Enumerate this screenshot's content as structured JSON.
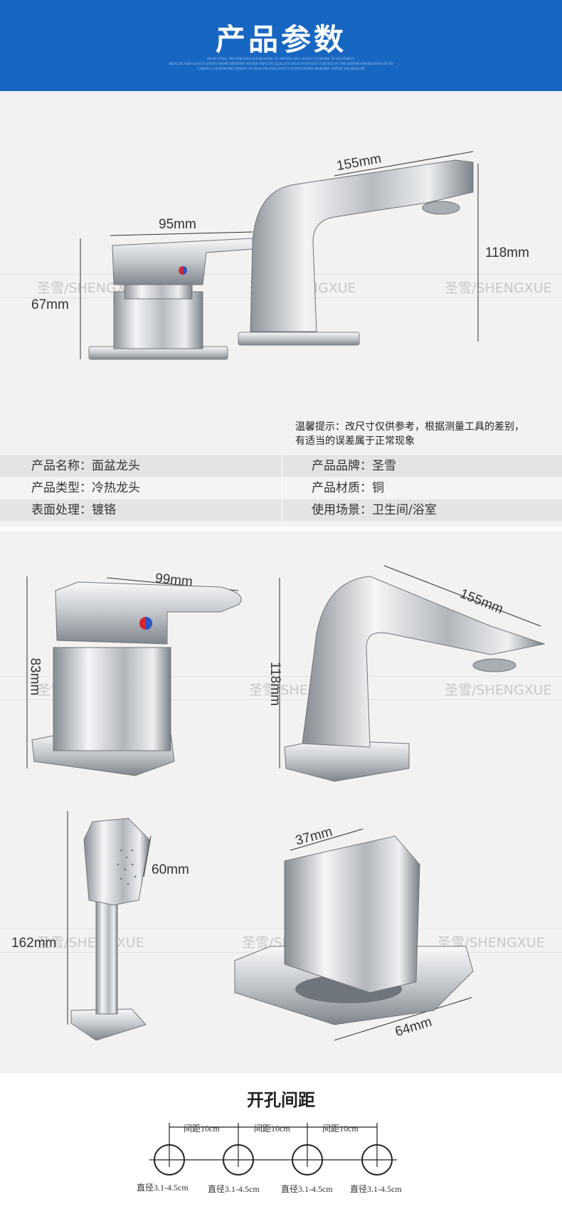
{
  "header": {
    "title": "产品参数",
    "subtitle_lines": [
      "HIGH STEEL TAP AND FAUCET BRANDS TO WATER USE CARING TO HOME TO BE FAMILY",
      "HEALTH AND SAFETY ENJOY HOME MODERN WATER TAP LIFE QUALITY HIGH WITH BEST CHOICE IN THE BATHROOM BRANDS OF SH",
      "CARING YOUR HOME FAMILY TO HEALTH AND SAFETY ENJOY HOME MODERN WATER TAP HEALTH"
    ]
  },
  "watermark": {
    "text": "圣雪/SHENGXUE"
  },
  "section1": {
    "dims": {
      "spout_length": "155mm",
      "spout_height": "118mm",
      "handle_length": "95mm",
      "handle_height": "67mm"
    },
    "note_lines": [
      "温馨提示：改尺寸仅供参考，根据测量工具的差别，",
      "有适当的误差属于正常现象"
    ]
  },
  "specs": [
    {
      "left": "产品名称：面盆龙头",
      "right": "产品品牌：圣雪"
    },
    {
      "left": "产品类型：冷热龙头",
      "right": "产品材质：铜"
    },
    {
      "left": "表面处理：镀铬",
      "right": "使用场景：卫生间/浴室"
    }
  ],
  "section2": {
    "dims": {
      "handle_length": "99mm",
      "handle_height": "83mm",
      "spout_height": "118mm",
      "spout_length": "155mm",
      "shower_head": "60mm",
      "shower_height": "162mm",
      "knob_width": "37mm",
      "base_width": "64mm"
    }
  },
  "holes": {
    "title": "开孔间距",
    "spacing_label": "间距10cm",
    "diameter_label": "直径3.1-4.5cm"
  },
  "colors": {
    "header_blue": "#1766c2",
    "panel_gray": "#f2f2f2",
    "chrome": "#c9ccd1",
    "hot_red": "#d8262c",
    "cold_blue": "#2a55c4"
  }
}
